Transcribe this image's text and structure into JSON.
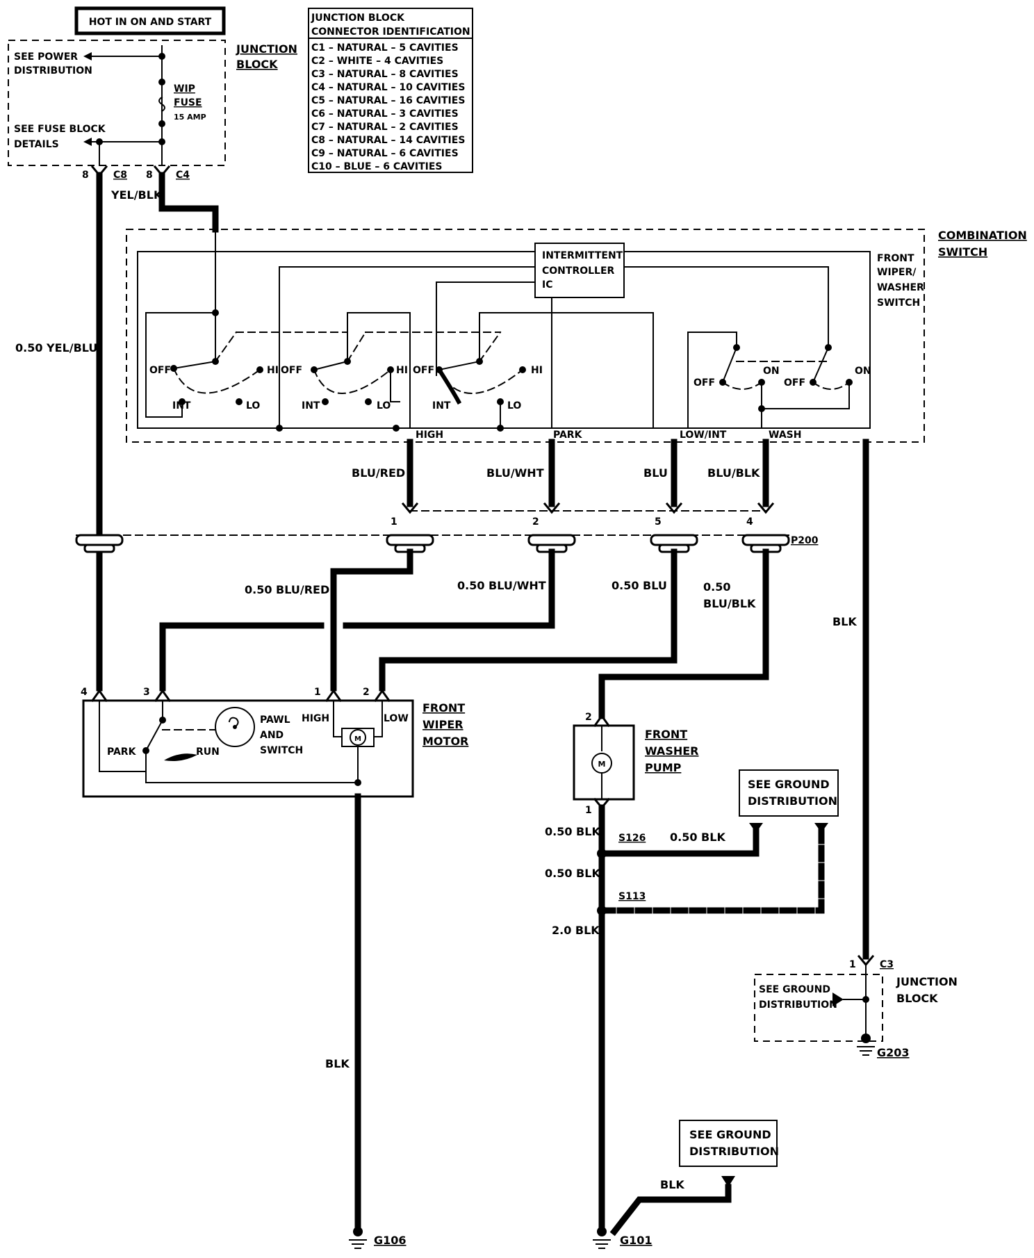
{
  "power_box": {
    "label": "HOT IN ON AND START"
  },
  "top_junction": {
    "title_line1": "JUNCTION",
    "title_line2": "BLOCK",
    "power_line1": "SEE POWER",
    "power_line2": "DISTRIBUTION",
    "fuse_line1": "WIP",
    "fuse_line2": "FUSE",
    "fuse_rating": "15 AMP",
    "fuseblock_line1": "SEE FUSE BLOCK",
    "fuseblock_line2": "DETAILS",
    "pin_left": "8",
    "conn_left": "C8",
    "pin_right": "8",
    "conn_right": "C4"
  },
  "connector_table": {
    "header_line1": "JUNCTION BLOCK",
    "header_line2": "CONNECTOR IDENTIFICATION",
    "rows": [
      "C1 – NATURAL – 5 CAVITIES",
      "C2 – WHITE – 4 CAVITIES",
      "C3 – NATURAL – 8 CAVITIES",
      "C4 – NATURAL – 10 CAVITIES",
      "C5 – NATURAL – 16 CAVITIES",
      "C6 – NATURAL – 3 CAVITIES",
      "C7 – NATURAL – 2 CAVITIES",
      "C8 – NATURAL – 14 CAVITIES",
      "C9 – NATURAL – 6 CAVITIES",
      "C10 – BLUE – 6 CAVITIES"
    ]
  },
  "wires": {
    "yel_blk": "YEL/BLK",
    "yel_blu": "0.50 YEL/BLU",
    "blu_red": "BLU/RED",
    "blu_wht": "BLU/WHT",
    "blu": "BLU",
    "blu_blk": "BLU/BLK",
    "blu_red_050": "0.50 BLU/RED",
    "blu_wht_050": "0.50 BLU/WHT",
    "blu_050": "0.50 BLU",
    "blu_blk_050_line1": "0.50",
    "blu_blk_050_line2": "BLU/BLK",
    "blk_right": "BLK",
    "blk_motor": "BLK",
    "blk_050_a": "0.50 BLK",
    "blk_050_b": "0.50 BLK",
    "blk_050_s126": "0.50 BLK",
    "blk_20": "2.0 BLK",
    "blk_bottom": "BLK"
  },
  "combination_switch": {
    "title_line1": "COMBINATION",
    "title_line2": "SWITCH",
    "sub_line1": "FRONT",
    "sub_line2": "WIPER/",
    "sub_line3": "WASHER",
    "sub_line4": "SWITCH",
    "ic_line1": "INTERMITTENT",
    "ic_line2": "CONTROLLER",
    "ic_line3": "IC",
    "off": "OFF",
    "hi": "HI",
    "int": "INT",
    "lo": "LO",
    "on": "ON",
    "out_high": "HIGH",
    "out_park": "PARK",
    "out_lowint": "LOW/INT",
    "out_wash": "WASH"
  },
  "p200": {
    "label": "P200",
    "pin1": "1",
    "pin2": "2",
    "pin5": "5",
    "pin4": "4"
  },
  "wiper_motor": {
    "title_line1": "FRONT",
    "title_line2": "WIPER",
    "title_line3": "MOTOR",
    "pin4": "4",
    "pin3": "3",
    "pin1": "1",
    "pin2": "2",
    "park": "PARK",
    "run": "RUN",
    "pawl_line1": "PAWL",
    "pawl_line2": "AND",
    "pawl_line3": "SWITCH",
    "high": "HIGH",
    "low": "LOW",
    "m": "M"
  },
  "washer_pump": {
    "title_line1": "FRONT",
    "title_line2": "WASHER",
    "title_line3": "PUMP",
    "pin2": "2",
    "pin1": "1",
    "m": "M"
  },
  "splices": {
    "s126": "S126",
    "s113": "S113"
  },
  "ground_box_1": {
    "line1": "SEE GROUND",
    "line2": "DISTRIBUTION"
  },
  "ground_box_2": {
    "line1": "SEE GROUND",
    "line2": "DISTRIBUTION"
  },
  "bottom_junction": {
    "title_line1": "JUNCTION",
    "title_line2": "BLOCK",
    "pin": "1",
    "conn": "C3",
    "ground_line1": "SEE GROUND",
    "ground_line2": "DISTRIBUTION"
  },
  "grounds": {
    "g106": "G106",
    "g101": "G101",
    "g203": "G203"
  }
}
